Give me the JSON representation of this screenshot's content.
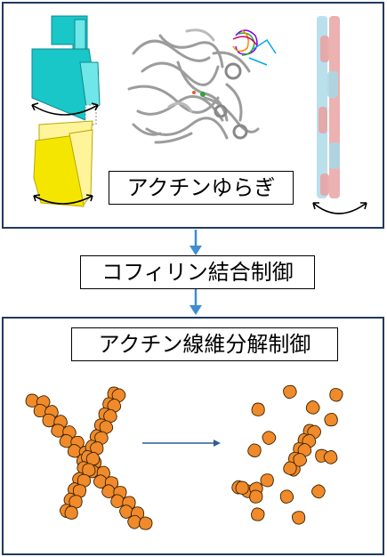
{
  "labels": {
    "actin_fluctuation": "アクチンゆらぎ",
    "cofilin_binding": "コフィリン結合制御",
    "filament_severing": "アクチン線維分解制御"
  },
  "colors": {
    "panel_border": "#1f3a5f",
    "flow_arrow": "#3e8ed0",
    "cyan_block": "#19c6c8",
    "yellow_block": "#f5e600",
    "filament_blue": "#a9d8e6",
    "filament_red": "#e9a3a3",
    "subunit_orange": "#f08a2a",
    "protein_gray": "#b9b9b9"
  },
  "icons": [
    "rotation-arrow-icon",
    "flow-arrow-icon",
    "transition-arrow-icon"
  ]
}
